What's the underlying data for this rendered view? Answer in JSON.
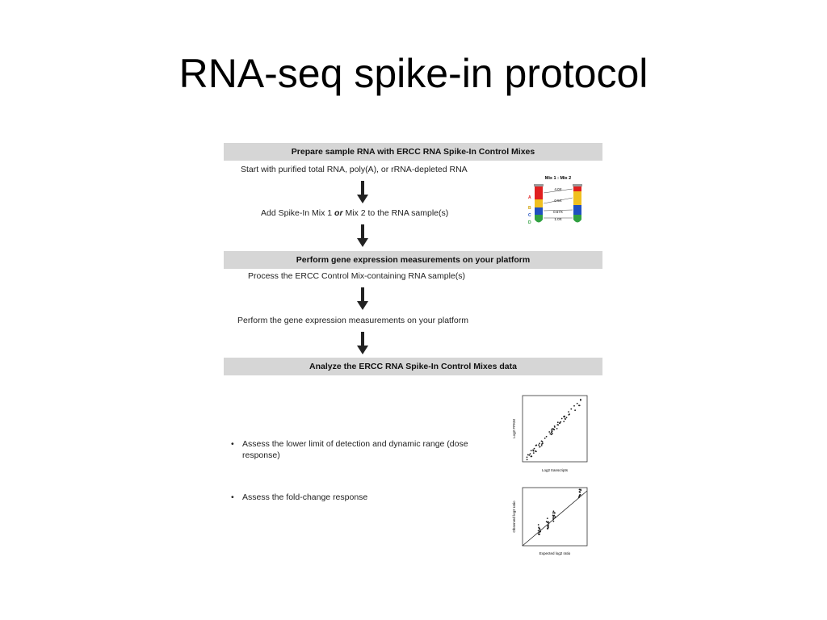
{
  "title": "RNA-seq spike-in protocol",
  "sections": [
    {
      "header": "Prepare sample RNA with ERCC RNA Spike-In Control Mixes"
    },
    {
      "header": "Perform gene expression measurements on your platform"
    },
    {
      "header": "Analyze the ERCC RNA Spike-In Control Mixes data"
    }
  ],
  "steps": {
    "start": "Start with purified total RNA, poly(A), or rRNA-depleted RNA",
    "add_pre": "Add Spike-In Mix 1 ",
    "add_or": "or",
    "add_post": " Mix 2 to the RNA sample(s)",
    "process": "Process the ERCC Control Mix-containing RNA sample(s)",
    "perform": "Perform the gene expression measurements on your platform"
  },
  "bullets": {
    "b1_line1": "Assess the lower limit of detection and dynamic range (dose",
    "b1_line2": "response)",
    "b2": "Assess the fold-change response"
  },
  "tube_diagram": {
    "title": "Mix 1 : Mix 2",
    "groups": [
      "A",
      "B",
      "C",
      "D"
    ],
    "ratios": [
      "4.0X",
      "0.5X",
      "0.67X",
      "1.0X"
    ],
    "colors": {
      "A": "#e02020",
      "B": "#f0c020",
      "C": "#2050c0",
      "D": "#30a040"
    }
  },
  "plot1": {
    "ylabel": "Log2 FPKM",
    "xlabel": "Log2 transcripts"
  },
  "plot2": {
    "ylabel": "Observed log2 ratio",
    "xlabel": "Expected log2 ratio"
  }
}
